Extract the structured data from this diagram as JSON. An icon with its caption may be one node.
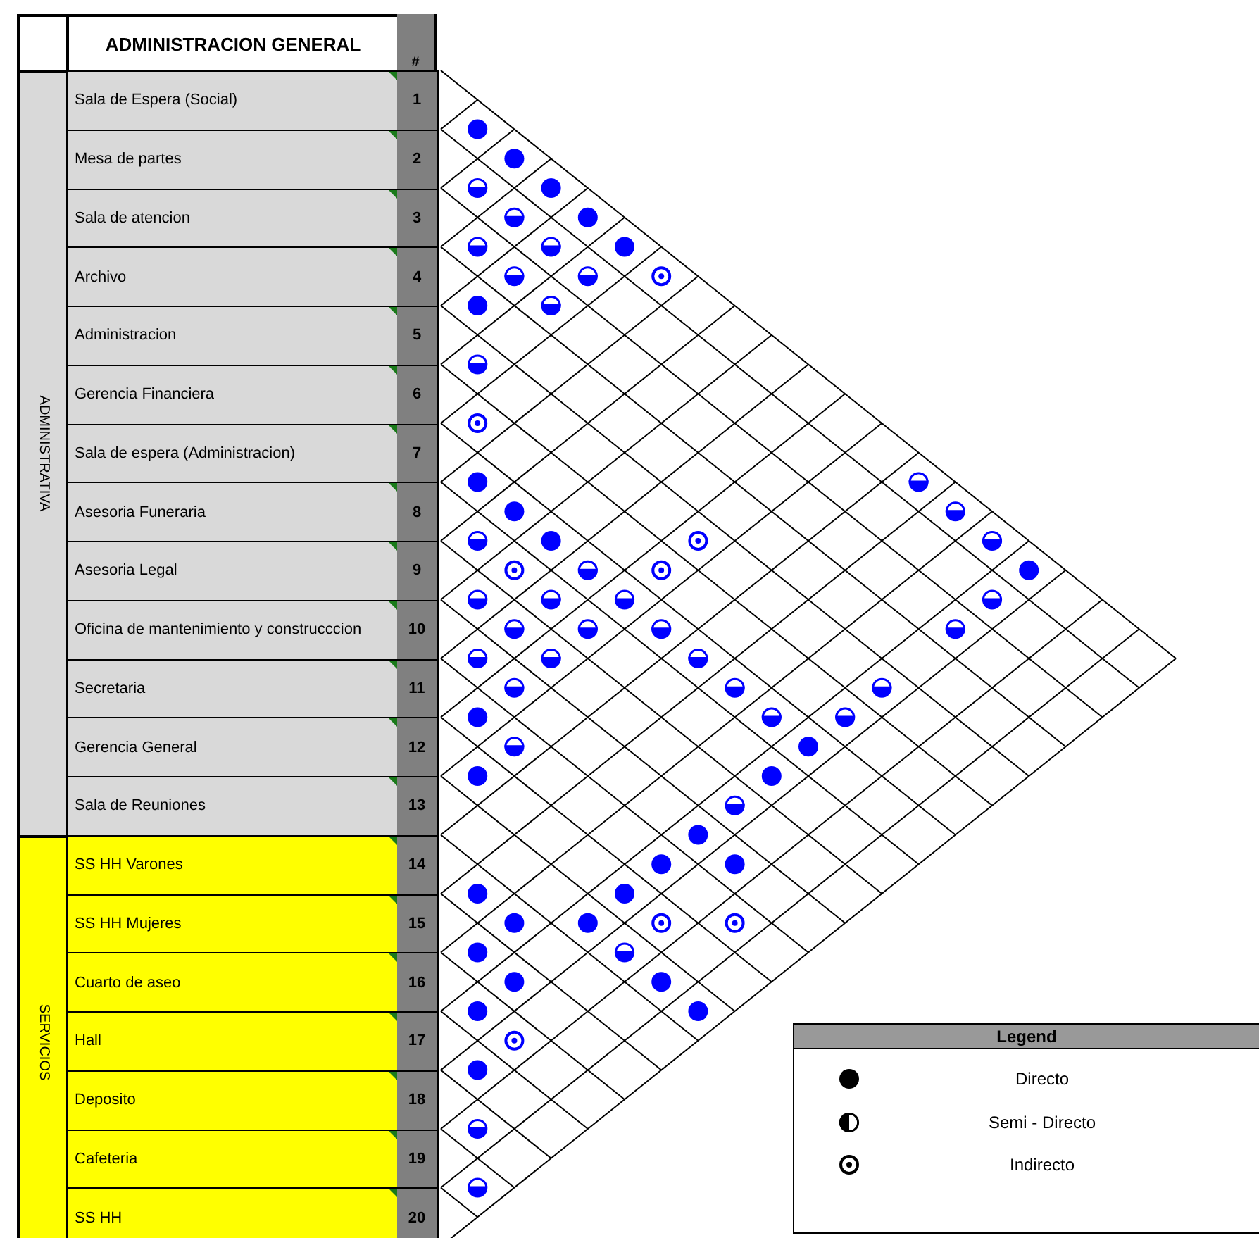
{
  "diagram": {
    "nodes": [
      {
        "text": [
          "ADMINISTRACION GENERAL"
        ]
      },
      {
        "text": [
          "ADMINISTRATIVA"
        ]
      },
      {
        "text": [
          "Sala de Espera (Social)"
        ],
        "beside": [
          "1"
        ]
      },
      {
        "text": [
          "Mesa de partes"
        ],
        "beside": [
          "2"
        ]
      },
      {
        "text": [
          "Sala de atencion"
        ],
        "beside": [
          "3"
        ]
      },
      {
        "text": [
          "Archivo"
        ],
        "beside": [
          "4"
        ]
      },
      {
        "text": [
          "Administracion"
        ],
        "beside": [
          "5"
        ]
      },
      {
        "text": [
          "Gerencia Financiera"
        ],
        "beside": [
          "6"
        ]
      },
      {
        "text": [
          "Sala de espera (Administracion)"
        ],
        "beside": [
          "7"
        ]
      },
      {
        "text": [
          "Asesoria Funeraria"
        ],
        "beside": [
          "8"
        ]
      },
      {
        "text": [
          "Asesoria Legal"
        ],
        "beside": [
          "9"
        ]
      },
      {
        "text": [
          "Oficina de mantenimiento y construcccion"
        ],
        "beside": [
          "10"
        ]
      },
      {
        "text": [
          "Secretaria"
        ],
        "beside": [
          "11"
        ]
      },
      {
        "text": [
          "Gerencia General"
        ],
        "beside": [
          "12"
        ]
      },
      {
        "text": [
          "Sala de Reuniones"
        ],
        "beside": [
          "13"
        ]
      },
      {
        "text": [
          "SERVICIOS"
        ]
      },
      {
        "text": [
          "SS HH Varones"
        ],
        "beside": [
          "14"
        ]
      },
      {
        "text": [
          "SS HH Mujeres"
        ],
        "beside": [
          "15"
        ]
      },
      {
        "text": [
          "Cuarto de aseo"
        ],
        "beside": [
          "16"
        ]
      },
      {
        "text": [
          "Hall"
        ],
        "beside": [
          "17"
        ]
      },
      {
        "text": [
          "Deposito"
        ],
        "beside": [
          "18"
        ]
      },
      {
        "text": [
          "Cafeteria"
        ],
        "beside": [
          "19"
        ]
      },
      {
        "text": [
          "SS HH"
        ],
        "beside": [
          "20"
        ]
      },
      {
        "text": [],
        "shape": "circle"
      },
      {
        "text": [],
        "shape": "circle"
      },
      {
        "text": [],
        "shape": "semicircle"
      },
      {
        "text": [],
        "shape": "circle"
      },
      {
        "text": [],
        "shape": "semicircle"
      },
      {
        "text": [],
        "shape": "circle"
      },
      {
        "text": [],
        "shape": "semicircle"
      },
      {
        "text": [],
        "shape": "semicircle"
      },
      {
        "text": [],
        "shape": "circle"
      },
      {
        "text": [],
        "shape": "semicircle"
      },
      {
        "text": [],
        "shape": "semicircle"
      },
      {
        "text": [],
        "shape": "ring"
      },
      {
        "text": [],
        "shape": "circle"
      },
      {
        "text": [],
        "shape": "semicircle"
      },
      {
        "text": [],
        "shape": "semicircle"
      },
      {
        "text": [],
        "shape": "ring"
      },
      {
        "text": [],
        "shape": "circle"
      },
      {
        "text": [],
        "shape": "semicircle"
      },
      {
        "text": [],
        "shape": "circle"
      },
      {
        "text": [],
        "shape": "semicircle"
      },
      {
        "text": [],
        "shape": "semicircle"
      },
      {
        "text": [],
        "shape": "circle"
      },
      {
        "text": [],
        "shape": "ring"
      },
      {
        "text": [],
        "shape": "semicircle"
      },
      {
        "text": [],
        "shape": "ring"
      },
      {
        "text": [],
        "shape": "semicircle"
      },
      {
        "text": [],
        "shape": "ring"
      },
      {
        "text": [],
        "shape": "circle"
      },
      {
        "text": [],
        "shape": "semicircle"
      },
      {
        "text": [],
        "shape": "semicircle"
      },
      {
        "text": [],
        "shape": "semicircle"
      },
      {
        "text": [],
        "shape": "semicircle"
      },
      {
        "text": [],
        "shape": "semicircle"
      },
      {
        "text": [],
        "shape": "semicircle"
      },
      {
        "text": [],
        "shape": "semicircle"
      },
      {
        "text": [],
        "shape": "semicircle"
      },
      {
        "text": [],
        "shape": "semicircle"
      },
      {
        "text": [],
        "shape": "semicircle"
      },
      {
        "text": [],
        "shape": "semicircle"
      },
      {
        "text": [],
        "shape": "semicircle"
      },
      {
        "text": [],
        "shape": "semicircle"
      },
      {
        "text": [],
        "shape": "semicircle"
      },
      {
        "text": [],
        "shape": "circle"
      },
      {
        "text": [],
        "shape": "semicircle"
      },
      {
        "text": [],
        "shape": "semicircle"
      },
      {
        "text": [],
        "shape": "semicircle"
      },
      {
        "text": [],
        "shape": "circle"
      },
      {
        "text": [],
        "shape": "circle"
      },
      {
        "text": [],
        "shape": "circle"
      },
      {
        "text": [],
        "shape": "semicircle"
      },
      {
        "text": [],
        "shape": "circle"
      },
      {
        "text": [],
        "shape": "circle"
      },
      {
        "text": [],
        "shape": "circle"
      },
      {
        "text": [],
        "shape": "circle"
      },
      {
        "text": [],
        "shape": "circle"
      },
      {
        "text": [],
        "shape": "circle"
      },
      {
        "text": [],
        "shape": "circle"
      },
      {
        "text": [],
        "shape": "ring"
      },
      {
        "text": [],
        "shape": "ring"
      },
      {
        "text": [],
        "shape": "circle"
      },
      {
        "text": [],
        "shape": "semicircle"
      },
      {
        "text": [],
        "shape": "circle"
      },
      {
        "text": [],
        "shape": "circle"
      },
      {
        "text": [],
        "shape": "circle"
      },
      {
        "text": [],
        "shape": "circle"
      },
      {
        "text": [],
        "shape": "ring"
      },
      {
        "text": [],
        "shape": "circle"
      },
      {
        "text": [],
        "shape": "semicircle"
      },
      {
        "text": [],
        "shape": "semicircle"
      }
    ],
    "labels": [
      "#",
      "Legend"
    ],
    "legend": [
      {
        "text": "Directo"
      },
      {
        "text": "Semi - Directo"
      },
      {
        "text": "Indirecto"
      }
    ]
  }
}
